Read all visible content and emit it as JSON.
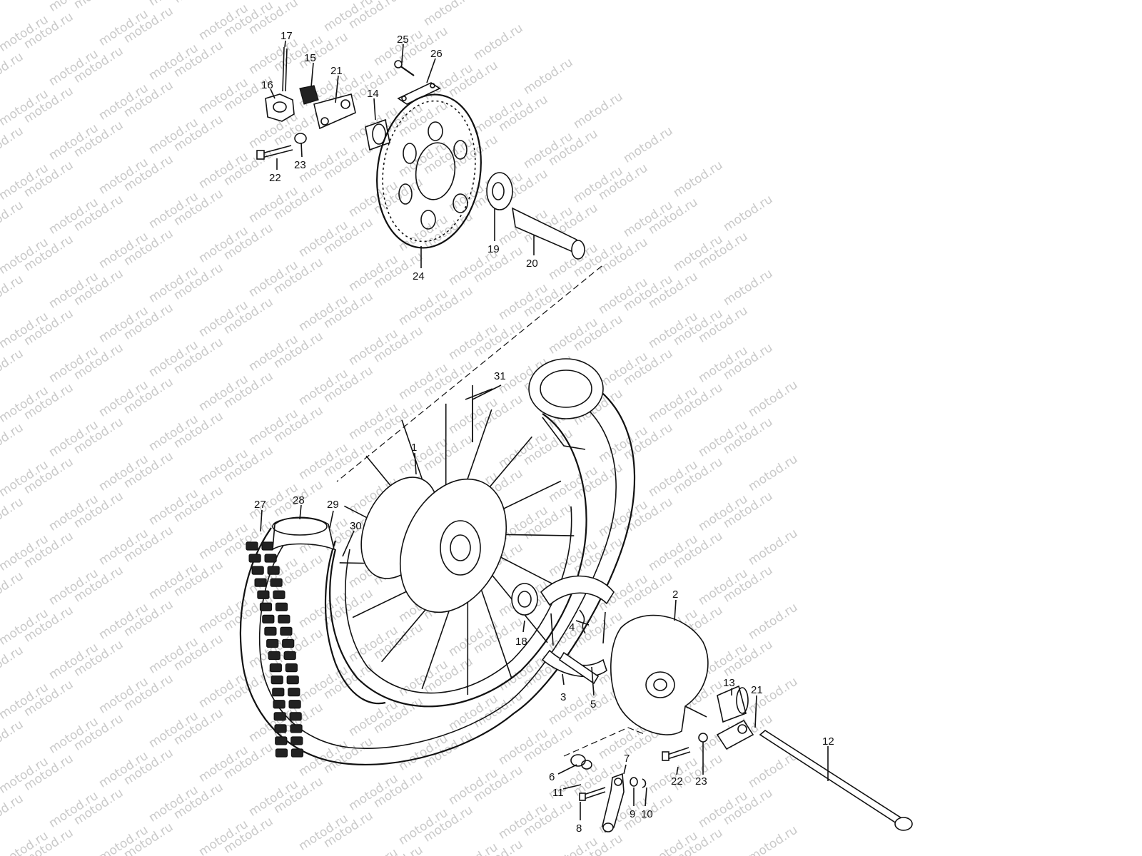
{
  "watermark": {
    "text": "motod.ru"
  },
  "callouts": [
    {
      "id": "p17",
      "label": "17"
    },
    {
      "id": "p15",
      "label": "15"
    },
    {
      "id": "p16",
      "label": "16"
    },
    {
      "id": "p21a",
      "label": "21"
    },
    {
      "id": "p14",
      "label": "14"
    },
    {
      "id": "p25",
      "label": "25"
    },
    {
      "id": "p26",
      "label": "26"
    },
    {
      "id": "p22a",
      "label": "22"
    },
    {
      "id": "p23a",
      "label": "23"
    },
    {
      "id": "p19",
      "label": "19"
    },
    {
      "id": "p20",
      "label": "20"
    },
    {
      "id": "p24",
      "label": "24"
    },
    {
      "id": "p31",
      "label": "31"
    },
    {
      "id": "p1",
      "label": "1"
    },
    {
      "id": "p27",
      "label": "27"
    },
    {
      "id": "p28",
      "label": "28"
    },
    {
      "id": "p29",
      "label": "29"
    },
    {
      "id": "p30",
      "label": "30"
    },
    {
      "id": "p2",
      "label": "2"
    },
    {
      "id": "p4",
      "label": "4"
    },
    {
      "id": "p18",
      "label": "18"
    },
    {
      "id": "p3",
      "label": "3"
    },
    {
      "id": "p5",
      "label": "5"
    },
    {
      "id": "p13",
      "label": "13"
    },
    {
      "id": "p21b",
      "label": "21"
    },
    {
      "id": "p12",
      "label": "12"
    },
    {
      "id": "p7",
      "label": "7"
    },
    {
      "id": "p6",
      "label": "6"
    },
    {
      "id": "p11",
      "label": "11"
    },
    {
      "id": "p9",
      "label": "9"
    },
    {
      "id": "p10",
      "label": "10"
    },
    {
      "id": "p22b",
      "label": "22"
    },
    {
      "id": "p23b",
      "label": "23"
    },
    {
      "id": "p8",
      "label": "8"
    }
  ]
}
